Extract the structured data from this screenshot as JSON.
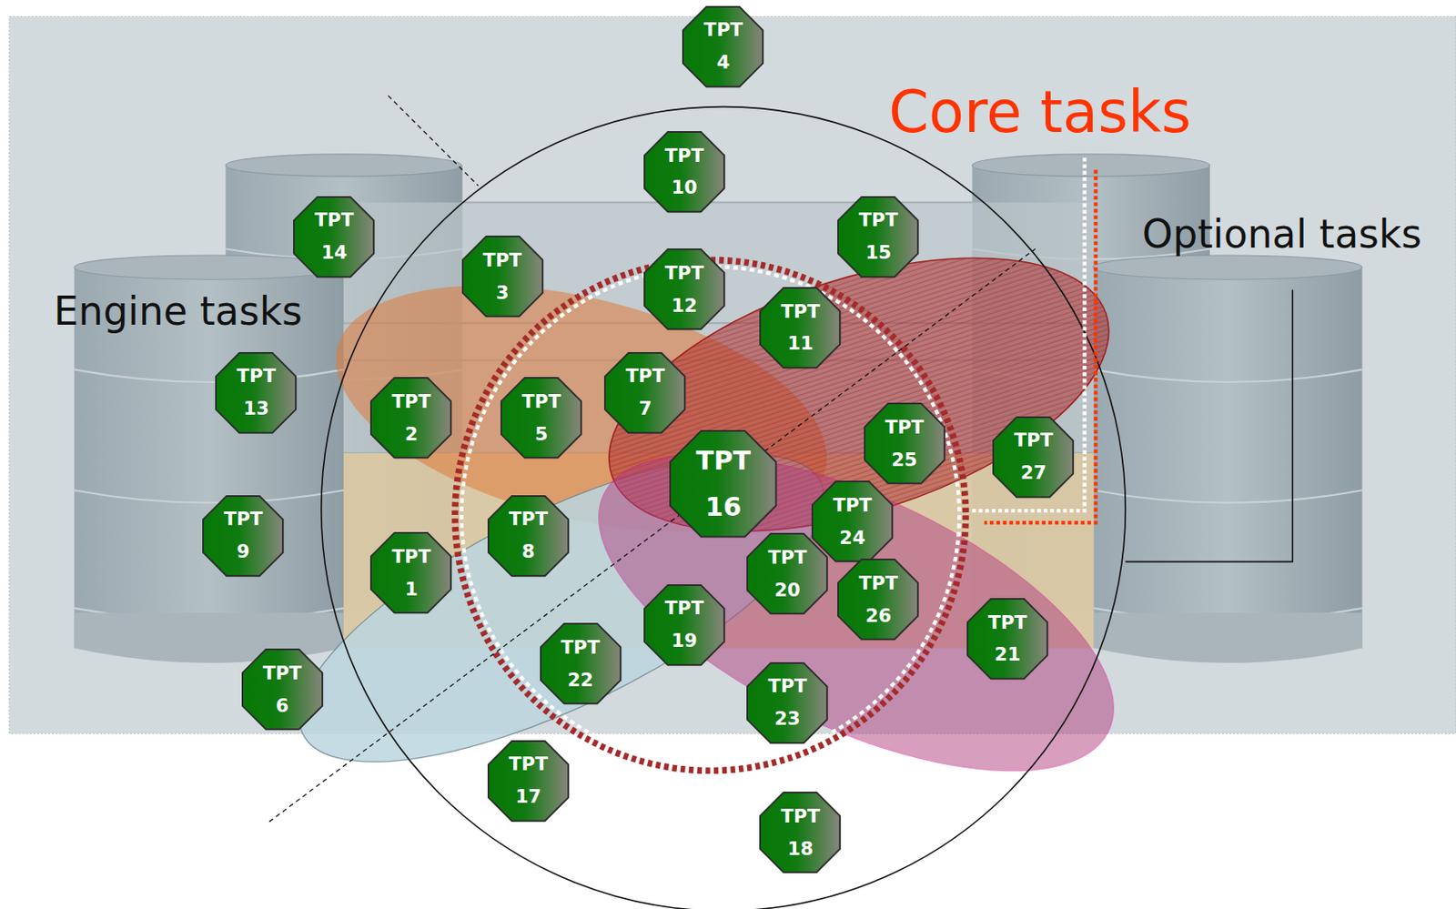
{
  "diagram": {
    "nodes": [
      {
        "text": [
          "TPT 4"
        ]
      },
      {
        "text": [
          "TPT 10"
        ]
      },
      {
        "text": [
          "TPT 14"
        ]
      },
      {
        "text": [
          "TPT 15"
        ]
      },
      {
        "text": [
          "TPT 3"
        ]
      },
      {
        "text": [
          "TPT 12"
        ]
      },
      {
        "text": [
          "TPT 11"
        ]
      },
      {
        "text": [
          "TPT 13"
        ]
      },
      {
        "text": [
          "TPT 7"
        ]
      },
      {
        "text": [
          "TPT 2"
        ]
      },
      {
        "text": [
          "TPT 5"
        ]
      },
      {
        "text": [
          "TPT 25"
        ]
      },
      {
        "text": [
          "TPT 27"
        ]
      },
      {
        "text": [
          "TPT 16"
        ]
      },
      {
        "text": [
          "TPT 24"
        ]
      },
      {
        "text": [
          "TPT 9"
        ]
      },
      {
        "text": [
          "TPT 8"
        ]
      },
      {
        "text": [
          "TPT 1"
        ]
      },
      {
        "text": [
          "TPT 20"
        ]
      },
      {
        "text": [
          "TPT 26"
        ]
      },
      {
        "text": [
          "TPT 19"
        ]
      },
      {
        "text": [
          "TPT 21"
        ]
      },
      {
        "text": [
          "TPT 22"
        ]
      },
      {
        "text": [
          "TPT 6"
        ]
      },
      {
        "text": [
          "TPT 23"
        ]
      },
      {
        "text": [
          "TPT 17"
        ]
      },
      {
        "text": [
          "TPT 18"
        ]
      }
    ],
    "labels": [
      "Core tasks",
      "Optional tasks",
      "Engine tasks"
    ]
  }
}
